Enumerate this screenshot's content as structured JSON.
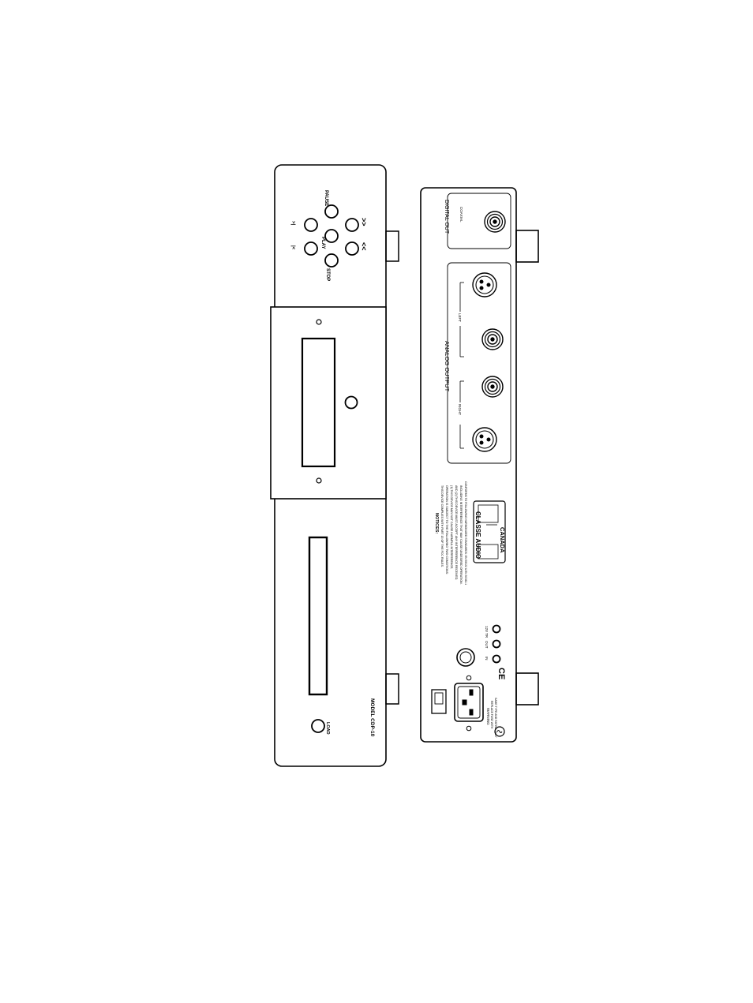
{
  "front_panel": {
    "buttons": {
      "pause": "PAUSE",
      "play": "PLAY",
      "stop": "STOP",
      "next_track": ">>",
      "prev_track": "<<",
      "fast_forward": ">|",
      "rewind": "|<"
    },
    "load_label": "LOAD",
    "model_label": "MODEL CDP-10"
  },
  "rear_panel": {
    "digital_out": {
      "title": "DIGITAL OUT",
      "coaxial": "COAXIAL"
    },
    "analog_output": {
      "title": "ANALOG OUTPUT",
      "left": "LEFT",
      "right": "RIGHT"
    },
    "notices": {
      "title": "NOTICES:",
      "lines": [
        "THIS DEVICE COMPLIES WITH PART 15 OF THE FCC RULES.",
        "OPERATION IS SUBJECT TO THE FOLLOWING TWO CONDITIONS:",
        "(1) THIS DEVICE MAY NOT CAUSE HARMFUL INTERFERENCE,",
        "AND (2) THIS DEVICE MUST ACCEPT ANY INTERFERENCE RECEIVED,",
        "INCLUDING INTERFERENCE THAT MAY CAUSE UNDESIRED OPERATION.",
        "CONFORMS TO FOLLOWING HARMONIZED STANDARDS: EN 55022 & EN 50082-1"
      ]
    },
    "brand": {
      "name": "CLASSE AUDIO",
      "country": "CANADA"
    },
    "control_jacks": {
      "in": "IN",
      "out": "OUT",
      "trigger": "12V TR"
    },
    "warning": {
      "title": "WARNING",
      "lines": [
        "REPLACE FUSE WITH",
        "SAME TYPE AND RATING ONLY"
      ]
    },
    "ce_mark": "CE"
  }
}
